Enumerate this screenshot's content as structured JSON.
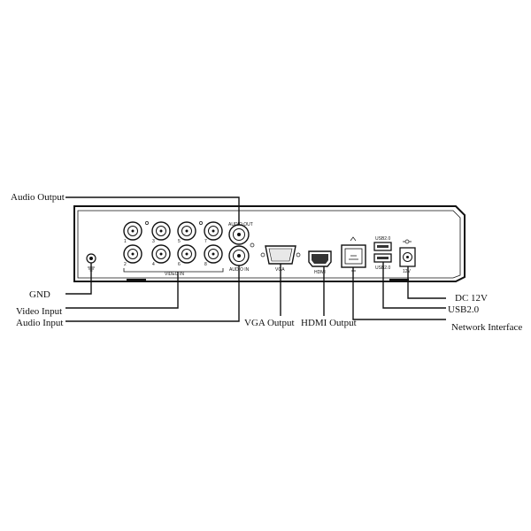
{
  "callouts": {
    "audio_output": "Audio Output",
    "gnd": "GND",
    "video_input": "Video Input",
    "audio_input": "Audio Input",
    "vga_output": "VGA Output",
    "hdmi_output": "HDMI Output",
    "dc_12v": "DC 12V",
    "usb": "USB2.0",
    "network": "Network Interface"
  },
  "panel_labels": {
    "audio_out": "AUDIO OUT",
    "audio_in": "AUDIO IN",
    "video_in": "VIDEO IN",
    "vga": "VGA",
    "hdmi": "HDMI",
    "usb_top": "USB2.0",
    "usb_bottom": "USB2.0",
    "dc": "12V"
  },
  "channel_numbers": [
    "1",
    "3",
    "5",
    "7",
    "2",
    "4",
    "6",
    "8"
  ]
}
